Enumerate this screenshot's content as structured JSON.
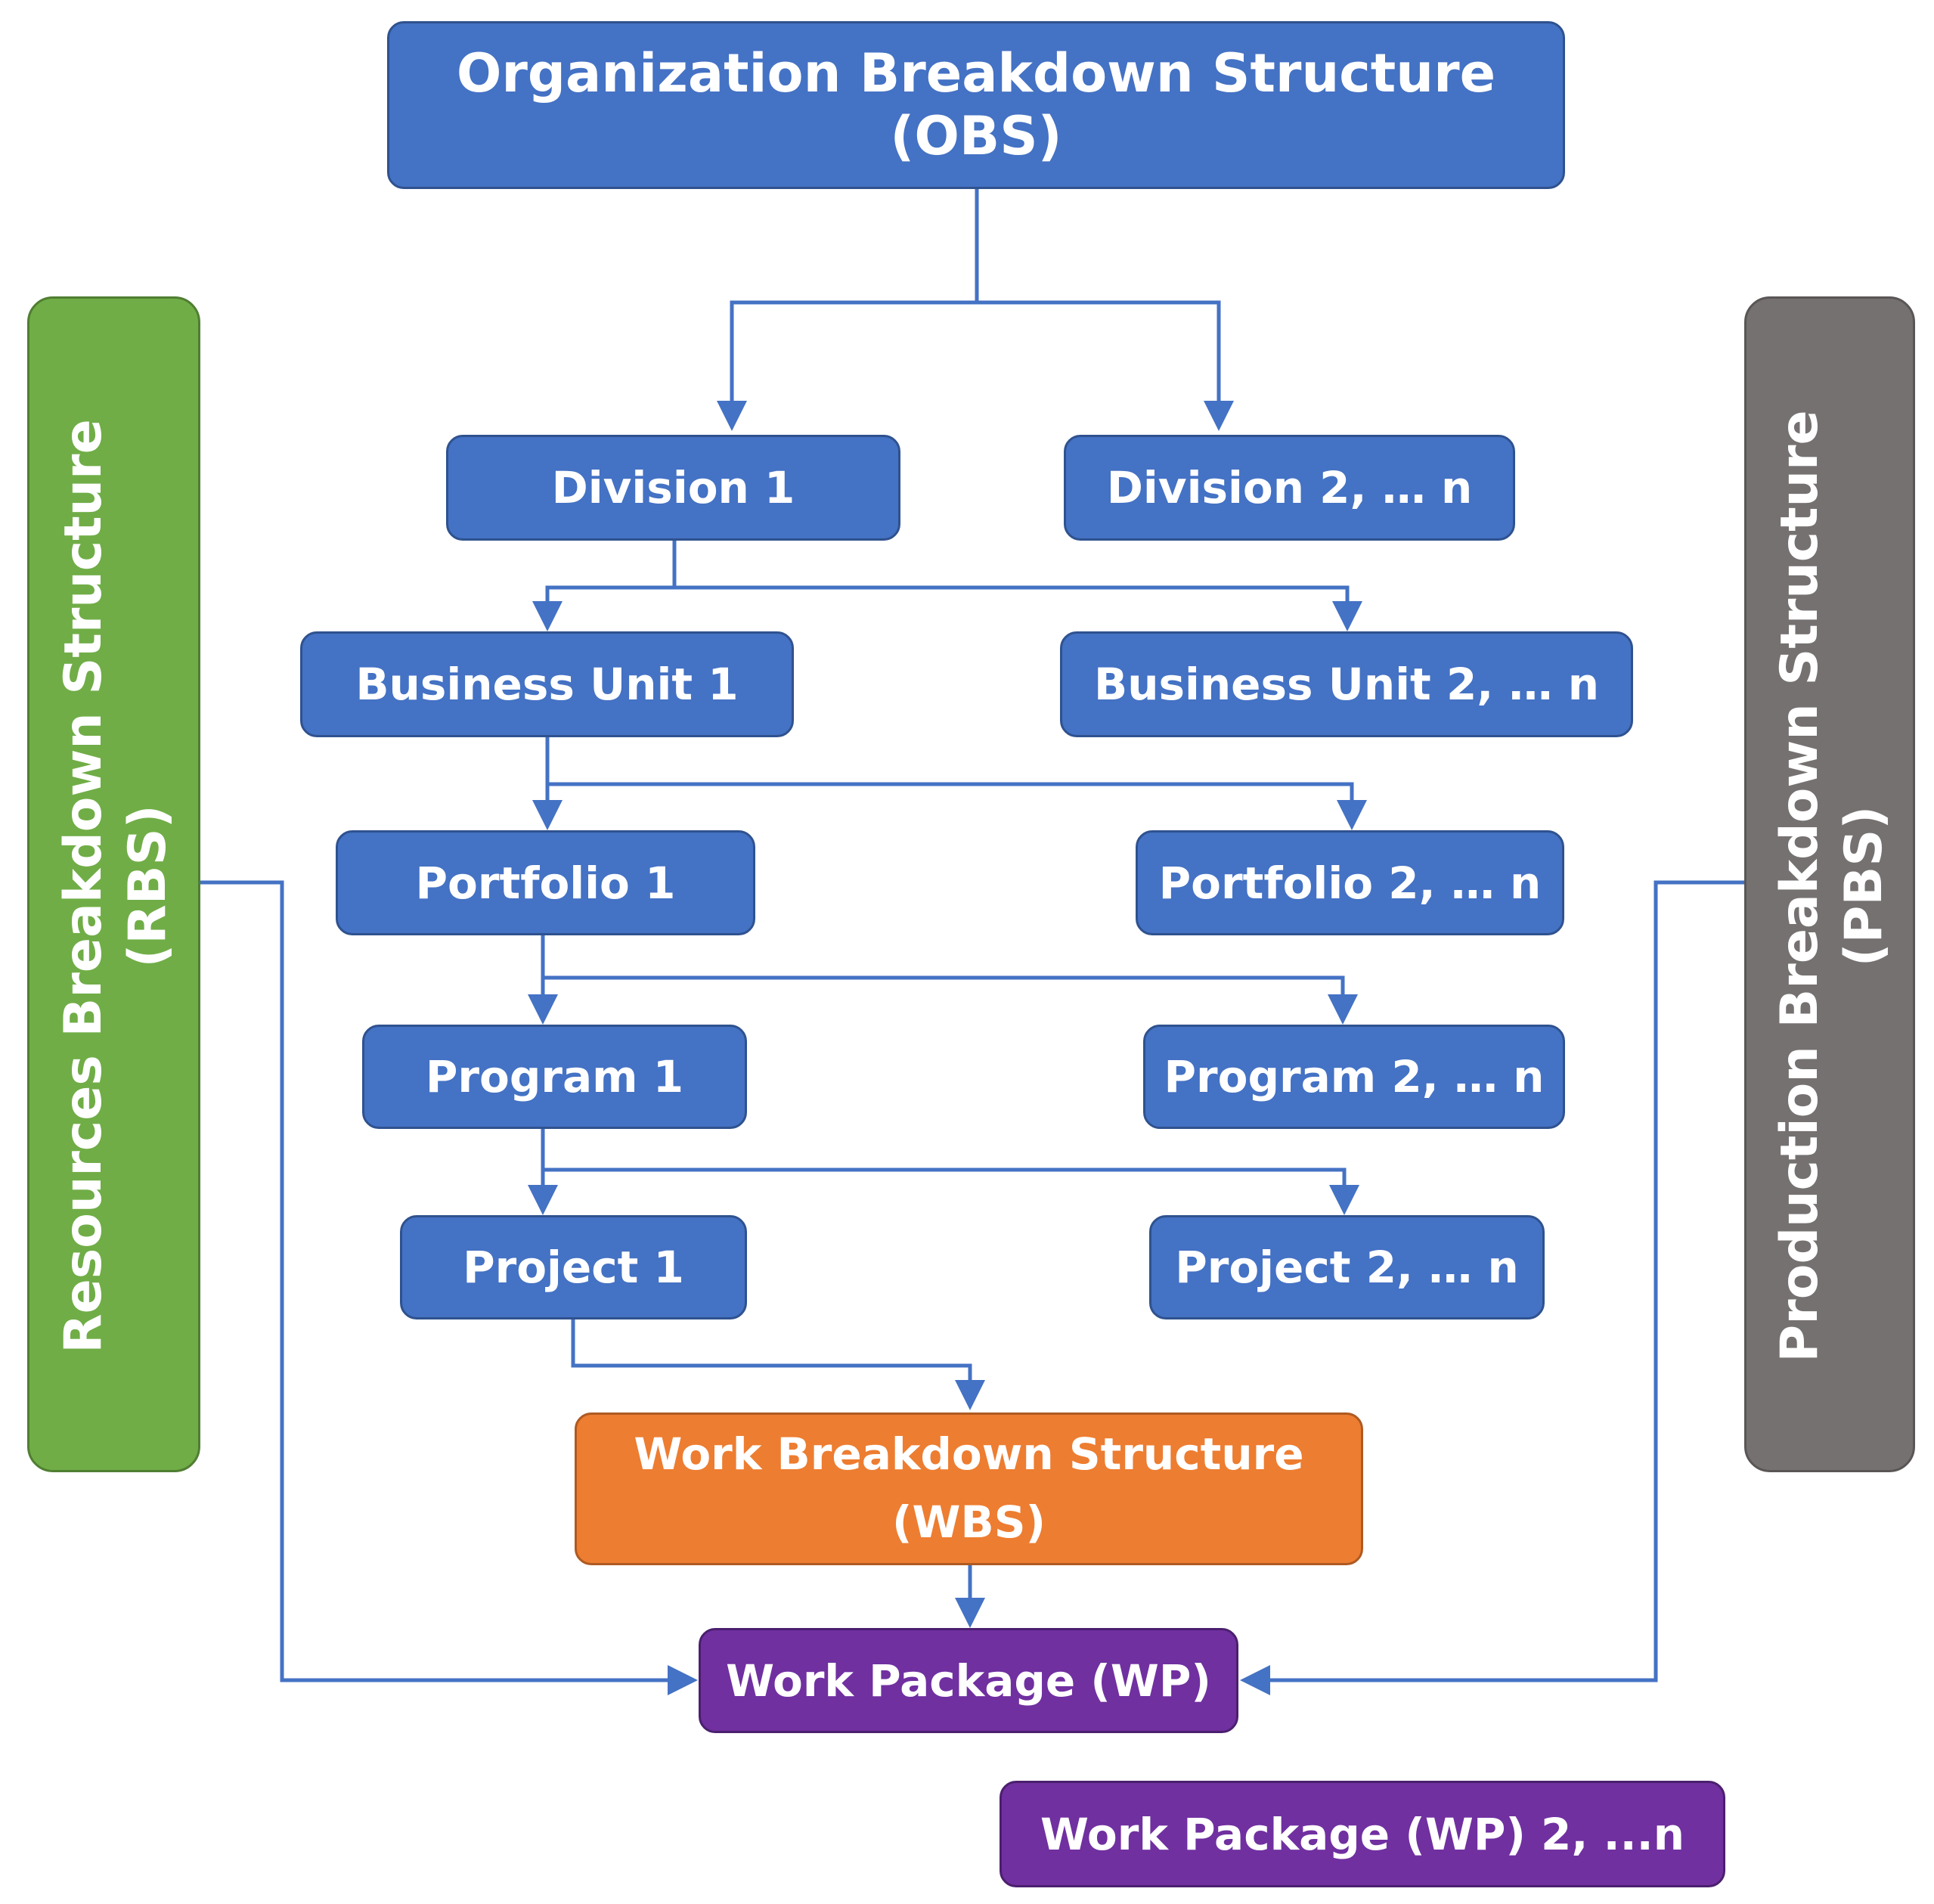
{
  "obs": {
    "line1": "Organization Breakdown Structure",
    "line2": "(OBS)"
  },
  "rbs": {
    "line1": "Resources Breakdown Structure",
    "line2": "(RBS)"
  },
  "pbs": {
    "line1": "Production Breakdown Structure",
    "line2": "(PBS)"
  },
  "divisions": {
    "first": "Division 1",
    "rest": "Division 2, … n"
  },
  "business_units": {
    "first": "Business Unit 1",
    "rest": "Business Unit 2, … n"
  },
  "portfolios": {
    "first": "Portfolio 1",
    "rest": "Portfolio 2, … n"
  },
  "programs": {
    "first": "Program 1",
    "rest": "Program 2, … n"
  },
  "projects": {
    "first": "Project 1",
    "rest": "Project 2, … n"
  },
  "wbs": {
    "line1": "Work Breakdown Structure",
    "line2": "(WBS)"
  },
  "work_package": {
    "first": "Work Package (WP)",
    "rest": "Work Package (WP) 2, ...n"
  },
  "colors": {
    "obs_blue": "#4472c4",
    "rbs_green": "#70ad47",
    "pbs_gray": "#767171",
    "wbs_orange": "#ed7d31",
    "wp_purple": "#7030a0",
    "connector": "#4472c4"
  }
}
